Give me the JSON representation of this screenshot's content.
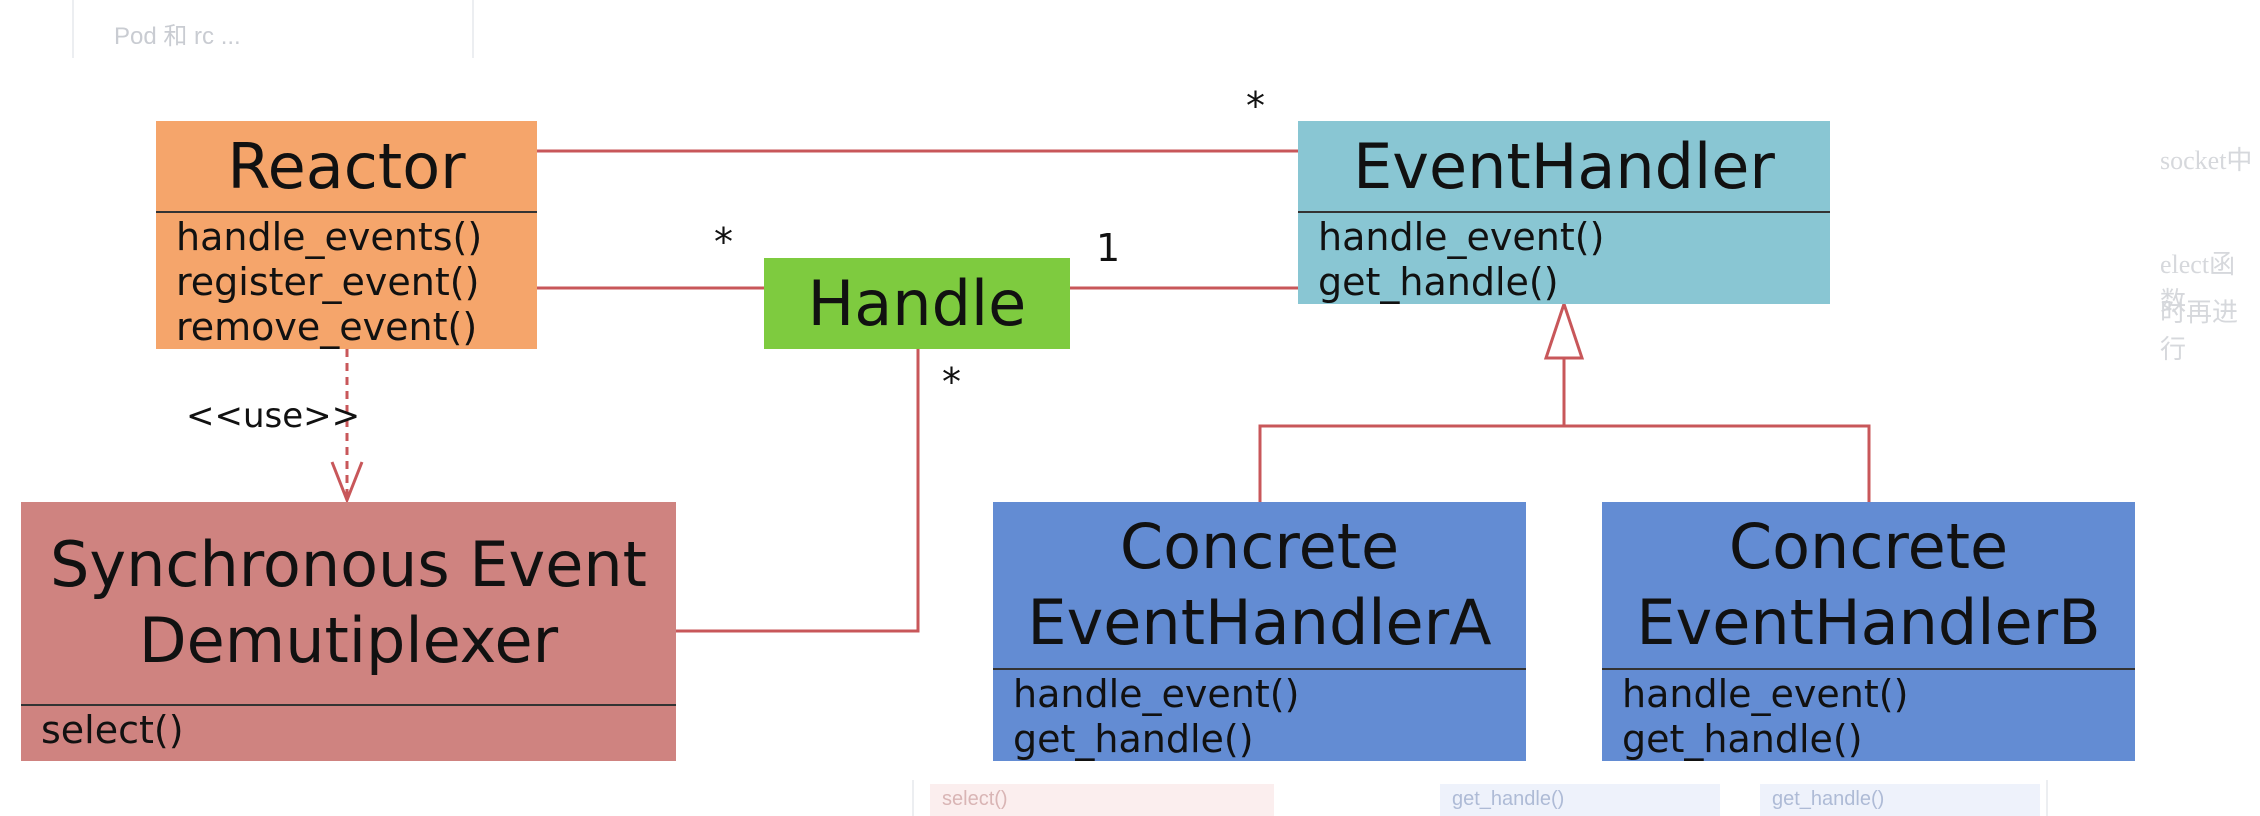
{
  "background_fragments": {
    "top_left_text": "Pod 和 rc ...",
    "right_text_1": "socket中",
    "right_text_2": "elect函数",
    "right_text_3": "时再进行",
    "bottom_bar_1": "select()",
    "bottom_bar_2": "get_handle()",
    "bottom_bar_3": "get_handle()"
  },
  "classes": {
    "reactor": {
      "title": "Reactor",
      "ops": [
        "handle_events()",
        "register_event()",
        "remove_event()"
      ],
      "color": "#f5a56b"
    },
    "handle": {
      "title": "Handle",
      "color": "#7ecb3f"
    },
    "event_handler": {
      "title": "EventHandler",
      "ops": [
        "handle_event()",
        "get_handle()"
      ],
      "color": "#89c6d3"
    },
    "demultiplexer": {
      "title_line1": "Synchronous Event",
      "title_line2": "Demutiplexer",
      "ops": [
        "select()"
      ],
      "color": "#cf8380"
    },
    "concrete_a": {
      "title_line1": "Concrete",
      "title_line2": "EventHandlerA",
      "ops": [
        "handle_event()",
        "get_handle()"
      ],
      "color": "#638cd3"
    },
    "concrete_b": {
      "title_line1": "Concrete",
      "title_line2": "EventHandlerB",
      "ops": [
        "handle_event()",
        "get_handle()"
      ],
      "color": "#638cd3"
    }
  },
  "relations": {
    "reactor_eventhandler_mult": "*",
    "reactor_handle_mult": "*",
    "handle_eventhandler_mult": "1",
    "handle_demux_mult": "*",
    "use_stereotype": "<<use>>",
    "line_color": "#c8575a"
  }
}
